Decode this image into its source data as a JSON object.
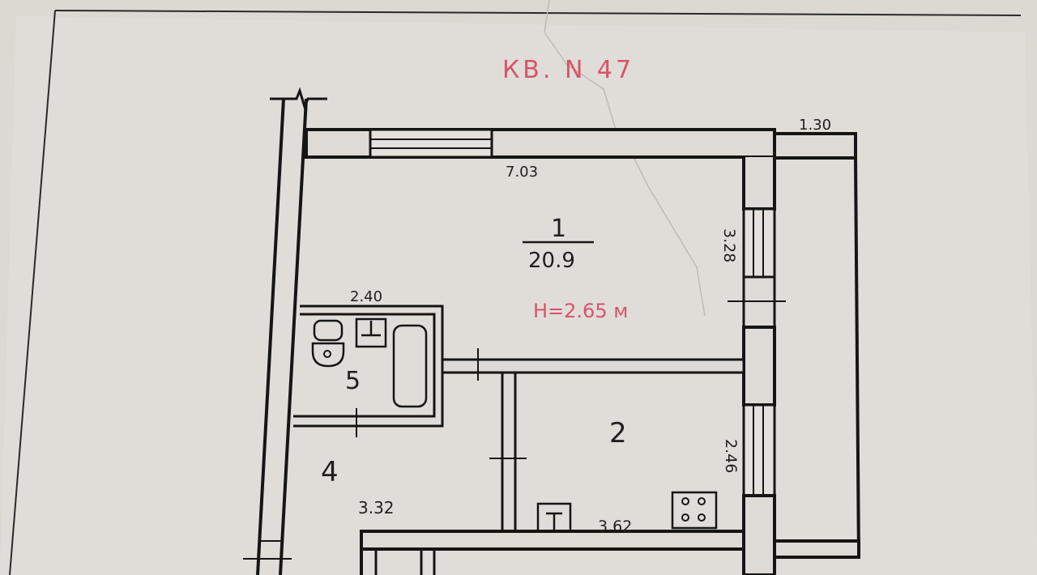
{
  "apartment_title": "КВ. N 47",
  "ceiling_height": "Н=2.65 м",
  "rooms": {
    "room_1": {
      "number": "1",
      "area": "20.9"
    },
    "room_2": {
      "number": "2"
    },
    "room_4": {
      "number": "4"
    },
    "room_5": {
      "number": "5"
    }
  },
  "dimensions": {
    "top_room_width": "7.03",
    "balcony_width": "1.30",
    "right_wall_upper": "3.28",
    "right_wall_lower": "2.46",
    "bathroom_width": "2.40",
    "hall_length": "3.32",
    "kitchen_width": "3.62"
  },
  "colors": {
    "paper": "#dedbd6",
    "ink": "#1a1a1a",
    "annotation_red": "#d9536b"
  }
}
